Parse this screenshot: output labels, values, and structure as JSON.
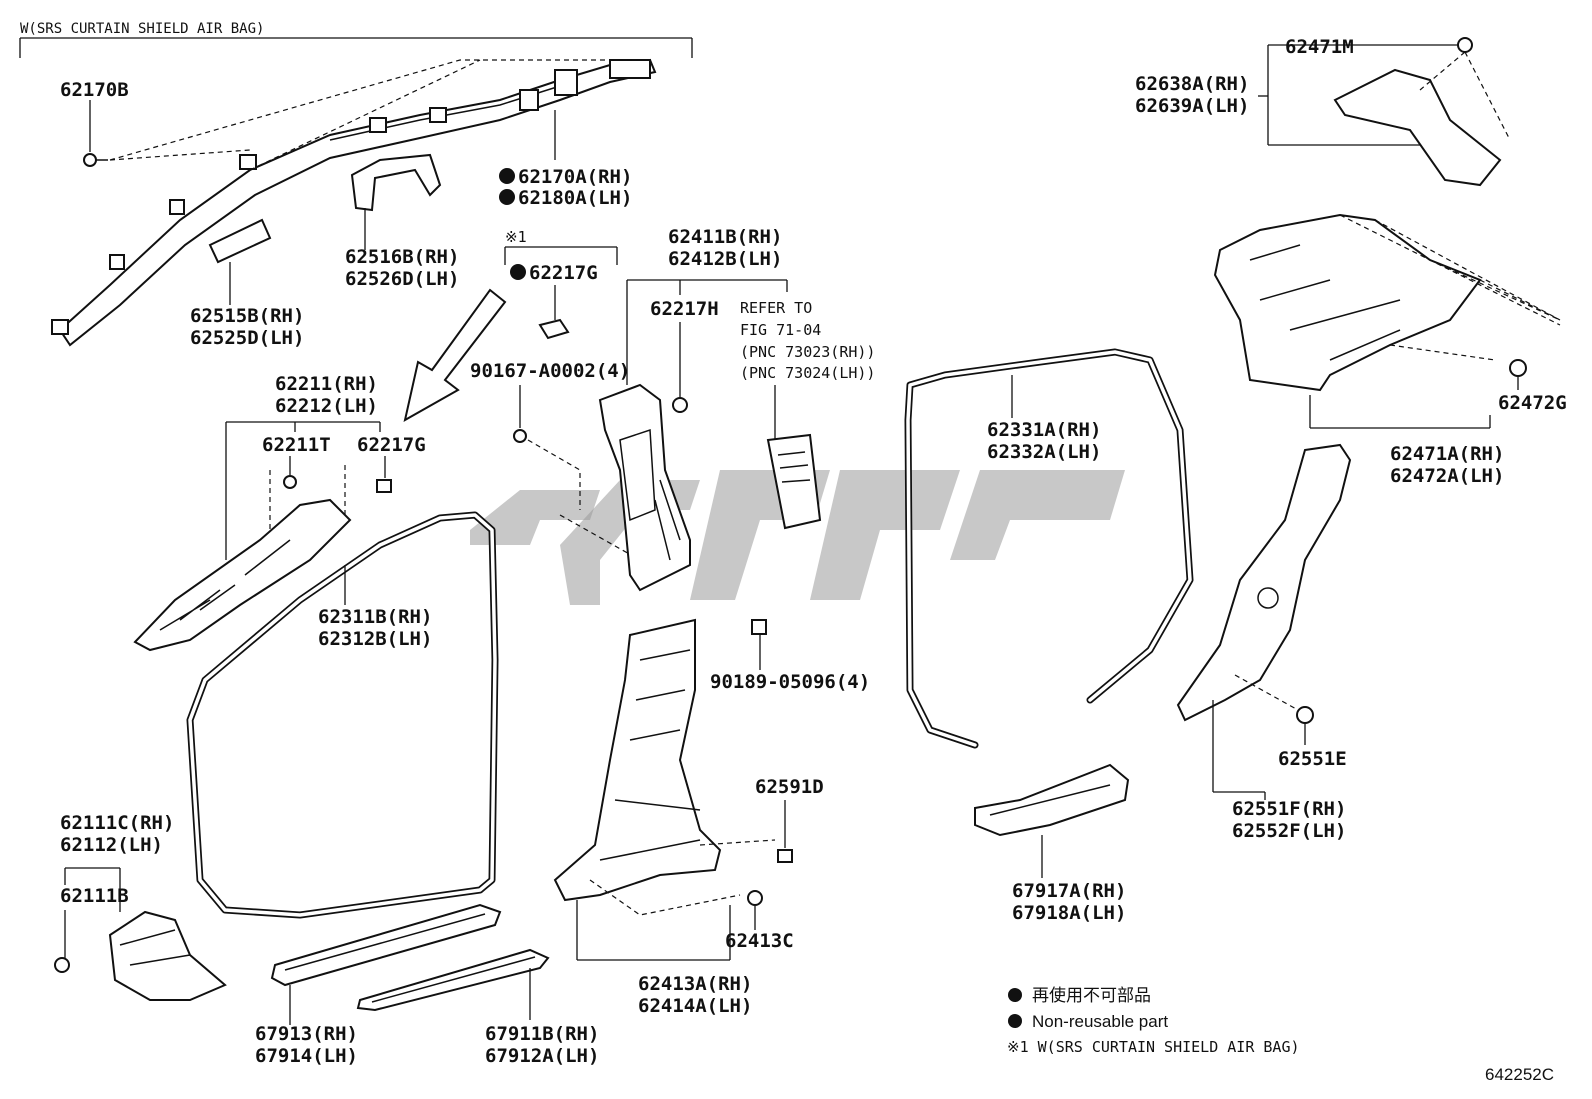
{
  "header": {
    "title": "W(SRS CURTAIN SHIELD AIR BAG)"
  },
  "figure_code": "642252C",
  "parts": {
    "p62170b": "62170B",
    "p62170a": "62170A(RH)",
    "p62180a": "62180A(LH)",
    "p62516b": "62516B(RH)",
    "p62526d": "62526D(LH)",
    "p62515b": "62515B(RH)",
    "p62525d": "62525D(LH)",
    "note_mark": "※1",
    "p62217g_top": "62217G",
    "p62211": "62211(RH)",
    "p62212": "62212(LH)",
    "p62211t": "62211T",
    "p62217g": "62217G",
    "p90167": "90167-A0002(4)",
    "p62411b": "62411B(RH)",
    "p62412b": "62412B(LH)",
    "p62217h": "62217H",
    "refer1": "REFER TO",
    "refer2": "FIG 71-04",
    "refer3": "(PNC 73023(RH))",
    "refer4": "(PNC 73024(LH))",
    "p62331a": "62331A(RH)",
    "p62332a": "62332A(LH)",
    "p62311b": "62311B(RH)",
    "p62312b": "62312B(LH)",
    "p90189": "90189-05096(4)",
    "p62591d": "62591D",
    "p62111c": "62111C(RH)",
    "p62112": "62112(LH)",
    "p62111b": "62111B",
    "p62413c": "62413C",
    "p62413a": "62413A(RH)",
    "p62414a": "62414A(LH)",
    "p67913": "67913(RH)",
    "p67914": "67914(LH)",
    "p67911b": "67911B(RH)",
    "p67912a": "67912A(LH)",
    "p67917a": "67917A(RH)",
    "p67918a": "67918A(LH)",
    "p62471m": "62471M",
    "p62638a": "62638A(RH)",
    "p62639a": "62639A(LH)",
    "p62472g": "62472G",
    "p62471a": "62471A(RH)",
    "p62472a": "62472A(LH)",
    "p62551e": "62551E",
    "p62551f": "62551F(RH)",
    "p62552f": "62552F(LH)"
  },
  "legend": {
    "item1": "再使用不可部品",
    "item2": "Non-reusable part",
    "item3": "※1 W(SRS CURTAIN SHIELD AIR BAG)"
  }
}
